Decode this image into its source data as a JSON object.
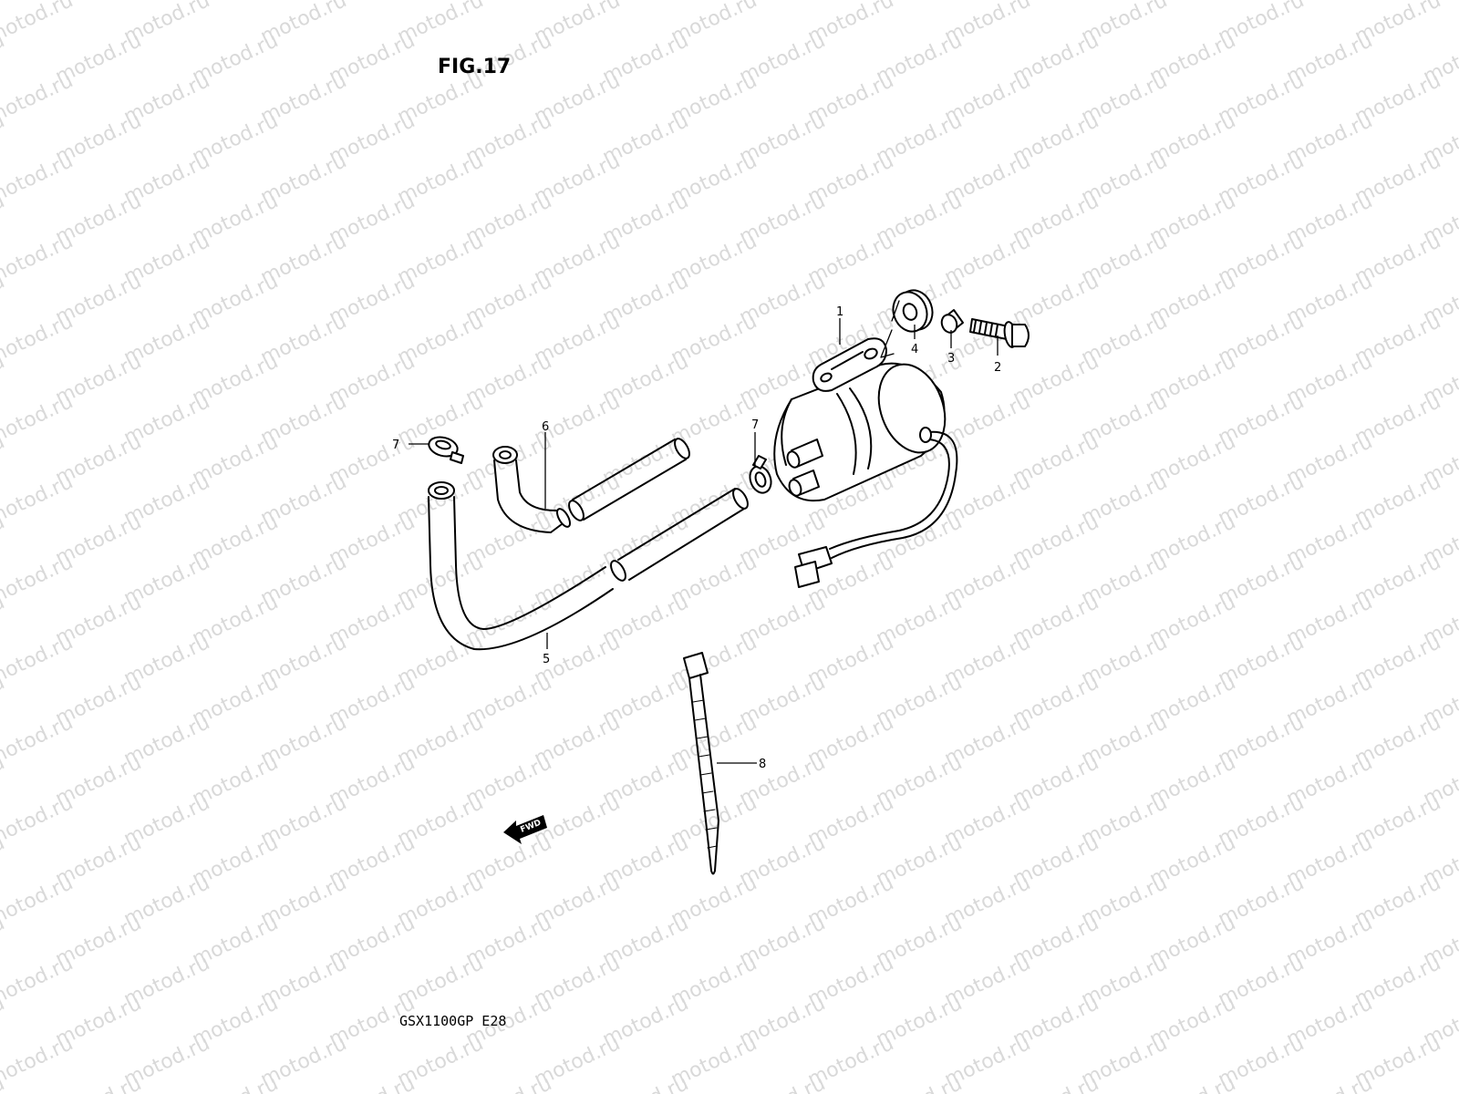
{
  "figure_title": "FIG.17",
  "model_code": "GSX1100GP  E28",
  "watermark_text": "motod.ru",
  "fwd_label": "FWD",
  "callouts": {
    "fuel_pump": "1",
    "bolt": "2",
    "spacer": "3",
    "cushion": "4",
    "hose_long": "5",
    "hose_short": "6",
    "clamp_left": "7",
    "clamp_right": "7",
    "cable_tie": "8"
  }
}
